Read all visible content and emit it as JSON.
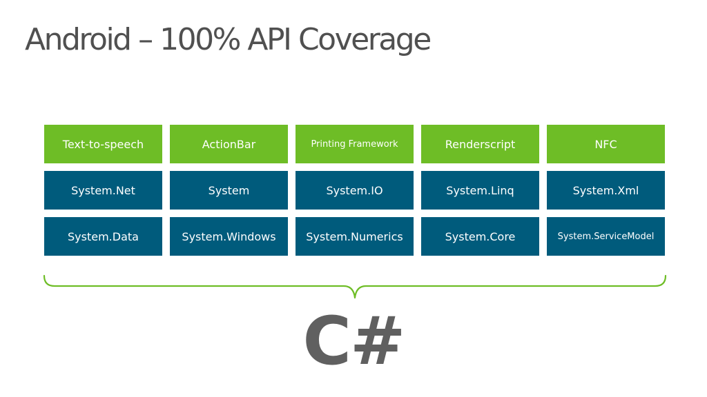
{
  "slide": {
    "title": "Android – 100% API Coverage",
    "footer_label": "C#"
  },
  "colors": {
    "green": "#6ebd26",
    "blue": "#005b7c",
    "text_gray": "#505050"
  },
  "rows": [
    {
      "style": "green",
      "tiles": [
        "Text-to-speech",
        "ActionBar",
        "Printing Framework",
        "Renderscript",
        "NFC"
      ]
    },
    {
      "style": "blue",
      "tiles": [
        "System.Net",
        "System",
        "System.IO",
        "System.Linq",
        "System.Xml"
      ]
    },
    {
      "style": "blue",
      "tiles": [
        "System.Data",
        "System.Windows",
        "System.Numerics",
        "System.Core",
        "System.ServiceModel"
      ]
    }
  ]
}
